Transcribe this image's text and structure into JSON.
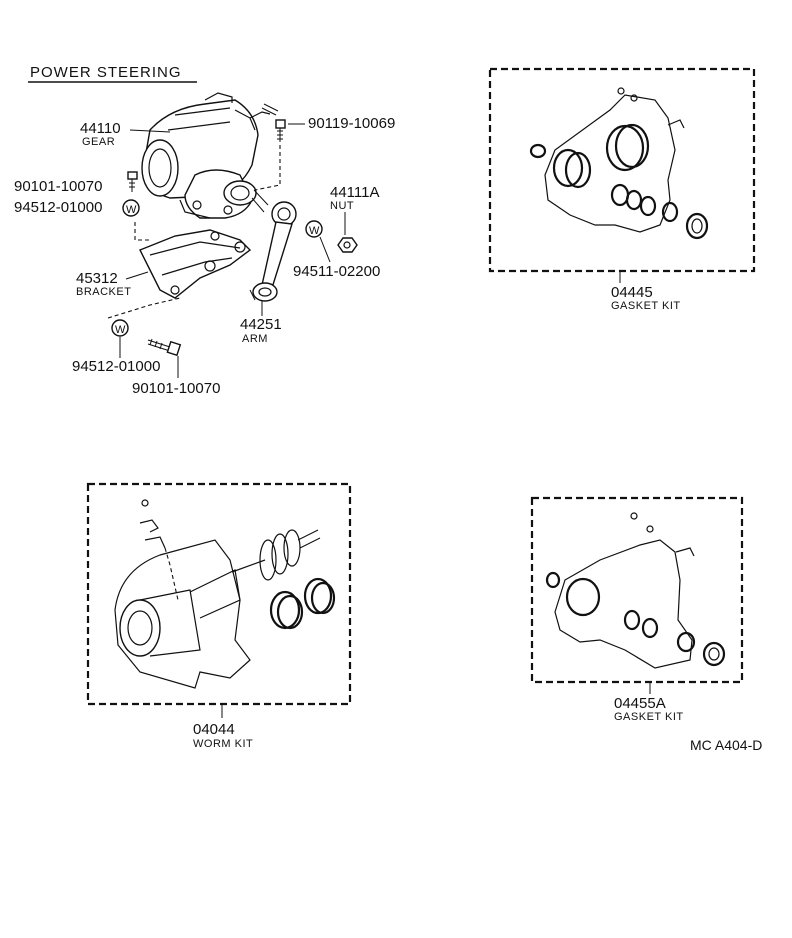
{
  "title": "POWER STEERING",
  "drawing_code": "MC  A404-D",
  "parts": {
    "gear": {
      "number": "44110",
      "name": "GEAR"
    },
    "bolt_top": {
      "number": "90119-10069"
    },
    "bolt_left": {
      "number": "90101-10070"
    },
    "washer_left": {
      "number": "94512-01000",
      "symbol": "W"
    },
    "nut": {
      "number": "44111A",
      "name": "NUT"
    },
    "washer_nut": {
      "number": "94511-02200",
      "symbol": "W"
    },
    "bracket": {
      "number": "45312",
      "name": "BRACKET"
    },
    "arm": {
      "number": "44251",
      "name": "ARM"
    },
    "washer_bottom": {
      "number": "94512-01000",
      "symbol": "W"
    },
    "bolt_bottom": {
      "number": "90101-10070"
    }
  },
  "kits": {
    "gasket_kit_1": {
      "number": "04445",
      "name": "GASKET KIT"
    },
    "worm_kit": {
      "number": "04044",
      "name": "WORM KIT"
    },
    "gasket_kit_2": {
      "number": "04455A",
      "name": "GASKET KIT"
    }
  }
}
